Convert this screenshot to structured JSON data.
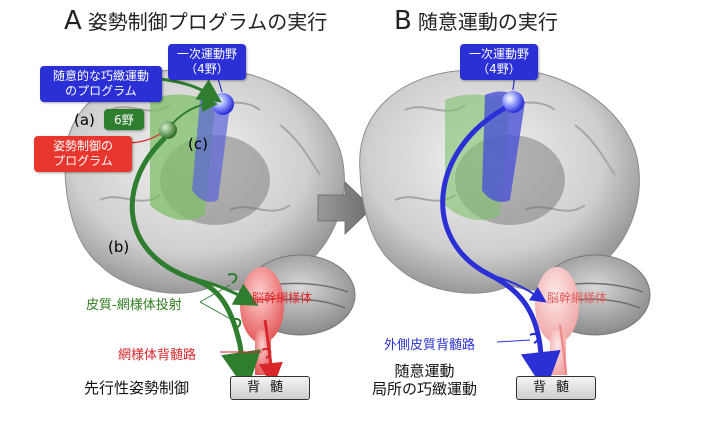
{
  "panelA": {
    "letter": "A",
    "title": "姿勢制御プログラムの実行",
    "m1_label_line1": "一次運動野",
    "m1_label_line2": "（4野）",
    "voluntary_program_line1": "随意的な巧緻運動",
    "voluntary_program_line2": "のプログラム",
    "area6_label": "6野",
    "postural_program_line1": "姿勢制御の",
    "postural_program_line2": "プログラム",
    "marker_a": "(a)",
    "marker_b": "(b)",
    "marker_c": "(c)",
    "brainstem_label": "脳幹網様体",
    "corticoreticular_label": "皮質-網様体投射",
    "reticulospinal_label": "網様体背髄路",
    "spinal_label": "背髄",
    "bottom_caption": "先行性姿勢制御"
  },
  "panelB": {
    "letter": "B",
    "title": "随意運動の実行",
    "m1_label_line1": "一次運動野",
    "m1_label_line2": "（4野）",
    "brainstem_label": "脳幹網様体",
    "lateral_cst_label": "外側皮質背髄路",
    "spinal_label": "背髄",
    "bottom_caption_line1": "随意運動",
    "bottom_caption_line2": "局所の巧緻運動"
  },
  "colors": {
    "blue": "#2a2fd6",
    "green": "#2f7d2f",
    "red": "#e8352d"
  }
}
